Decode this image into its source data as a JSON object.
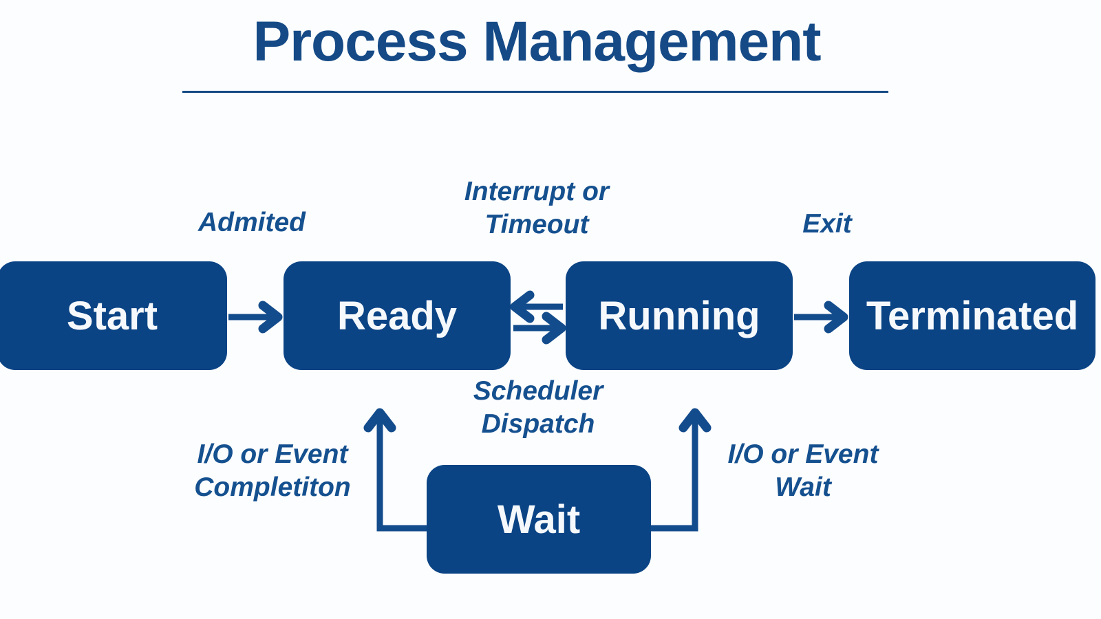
{
  "title": "Process Management",
  "accent_color": "#154a86",
  "box_color": "#0b4485",
  "box_text_color": "#f6f9fc",
  "background_color": "#fcfdff",
  "diagram": {
    "type": "state-diagram",
    "name": "process-state-transition-diagram",
    "states": [
      {
        "id": "start",
        "label": "Start"
      },
      {
        "id": "ready",
        "label": "Ready"
      },
      {
        "id": "running",
        "label": "Running"
      },
      {
        "id": "terminated",
        "label": "Terminated"
      },
      {
        "id": "wait",
        "label": "Wait"
      }
    ],
    "transitions": [
      {
        "id": "admitted",
        "from": "start",
        "to": "ready",
        "label": "Admited"
      },
      {
        "id": "interrupt-timeout",
        "from": "running",
        "to": "ready",
        "label": "Interrupt or\nTimeout"
      },
      {
        "id": "scheduler-dispatch",
        "from": "ready",
        "to": "running",
        "label": "Scheduler\nDispatch"
      },
      {
        "id": "exit",
        "from": "running",
        "to": "terminated",
        "label": "Exit"
      },
      {
        "id": "io-event-wait",
        "from": "wait",
        "to": "running",
        "label": "I/O or Event\nWait"
      },
      {
        "id": "io-event-completion",
        "from": "wait",
        "to": "ready",
        "label": "I/O or Event\nCompletiton"
      }
    ]
  }
}
